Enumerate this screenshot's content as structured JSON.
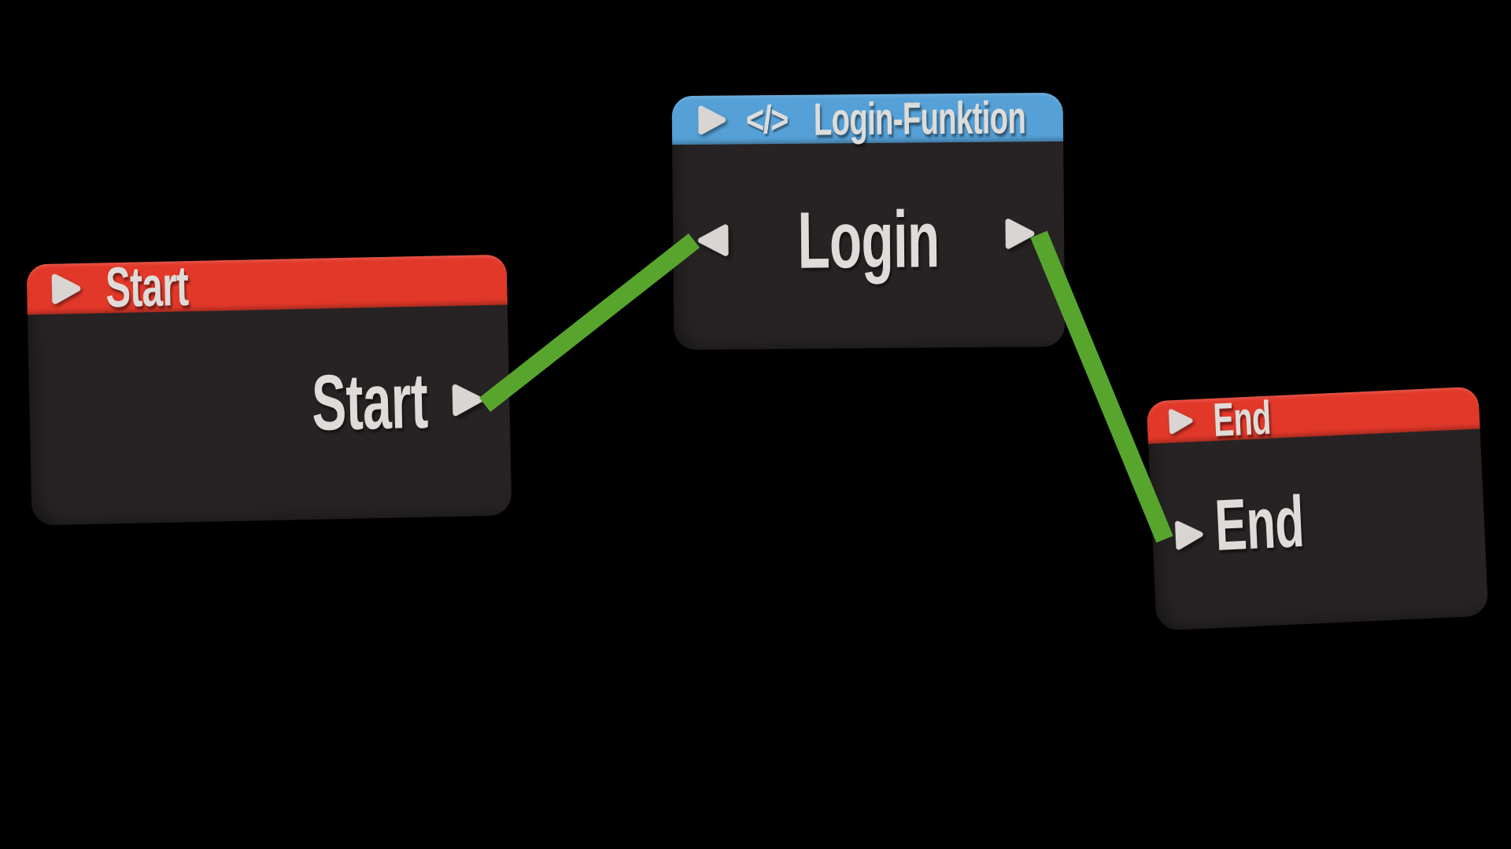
{
  "canvas": {
    "description_label": "node-graph",
    "background": "#000000"
  },
  "colors": {
    "canvas_bg": "#000000",
    "node_body": "#272324",
    "header_red": "#e13829",
    "header_blue": "#55a0d6",
    "wire_green": "#58a52e",
    "pin_fill": "#d8d5d2",
    "label_light": "#dedcd9"
  },
  "nodes": {
    "start": {
      "header_label": "Start",
      "header_icon": "play-icon",
      "header_color": "#e13829",
      "body_label": "Start",
      "output_pin_icon": "triangle-right-icon"
    },
    "login": {
      "header_label": "Login-Funktion",
      "header_icon": "play-icon",
      "code_icon": "</>",
      "header_color": "#55a0d6",
      "body_label": "Login",
      "input_pin_icon": "triangle-left-icon",
      "output_pin_icon": "triangle-right-icon"
    },
    "end": {
      "header_label": "End",
      "header_icon": "play-icon",
      "header_color": "#e13829",
      "body_label": "End",
      "input_pin_icon": "triangle-right-icon"
    }
  },
  "connections": [
    {
      "from": "start.output",
      "to": "login.input",
      "color": "#58a52e"
    },
    {
      "from": "login.output",
      "to": "end.input",
      "color": "#58a52e"
    }
  ]
}
